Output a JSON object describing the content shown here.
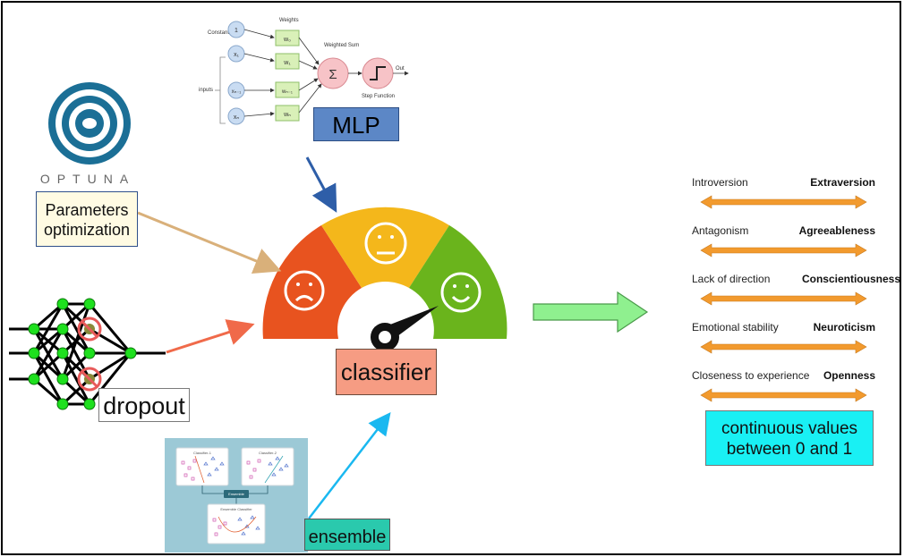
{
  "optuna": {
    "logo_text": "OPTUNA"
  },
  "labels": {
    "parameters": "Parameters optimization",
    "mlp": "MLP",
    "dropout": "dropout",
    "classifier": "classifier",
    "values": "continuous values between 0 and 1",
    "ensemble": "ensemble"
  },
  "perceptron": {
    "constant": "Constant",
    "one": "1",
    "weights": "Weights",
    "inputs": "inputs",
    "x_labels": [
      "x₁",
      "xₙ₋₁",
      "xₙ"
    ],
    "w_labels": [
      "w₀",
      "w₁",
      "wₙ₋₁",
      "wₙ"
    ],
    "weighted_sum": "Weighted Sum",
    "sigma": "Σ",
    "step_function": "Step Function",
    "out": "Out"
  },
  "ensemble_panel": {
    "classifier_1": "Classifier-1",
    "classifier_2": "Classifier-2",
    "ensemble": "Ensemble",
    "ensemble_classifier": "Ensemble Classifier"
  },
  "traits": [
    {
      "low": "Introversion",
      "high": "Extraversion"
    },
    {
      "low": "Antagonism",
      "high": "Agreeableness"
    },
    {
      "low": "Lack of direction",
      "high": "Conscientiousness"
    },
    {
      "low": "Emotional stability",
      "high": "Neuroticism"
    },
    {
      "low": "Closeness to experience",
      "high": "Openness"
    }
  ],
  "colors": {
    "gauge_red": "#e8531f",
    "gauge_yellow": "#f4b71b",
    "gauge_green": "#6ab41c",
    "trait_arrow": "#f29a2e",
    "big_arrow": "#8ff08f",
    "mlp_arrow": "#2e5ea8",
    "optuna_arrow": "#d9b07a",
    "dropout_arrow": "#f06a4a",
    "ensemble_arrow": "#1ab8f0"
  }
}
